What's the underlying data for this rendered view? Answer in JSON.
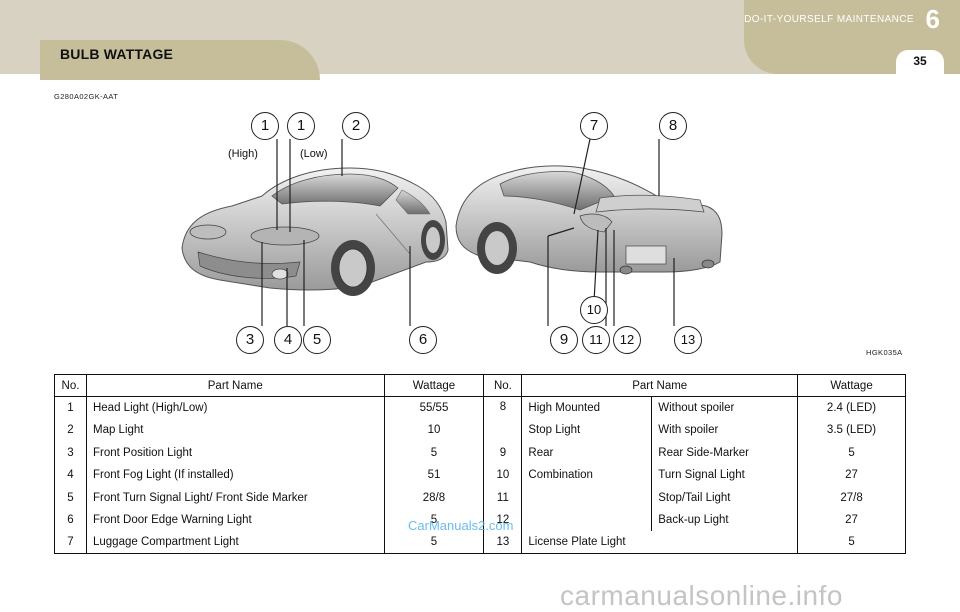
{
  "header": {
    "section_title": "BULB WATTAGE",
    "chapter_title": "DO-IT-YOURSELF MAINTENANCE",
    "chapter_number": "6",
    "page_number": "35"
  },
  "doc_code": "G280A02GK-AAT",
  "figure": {
    "code": "HGK035A",
    "callouts_top": [
      "1",
      "1",
      "2",
      "7",
      "8"
    ],
    "callouts_bottom": [
      "3",
      "4",
      "5",
      "6",
      "9",
      "10",
      "11",
      "12",
      "13"
    ],
    "tag_high": "(High)",
    "tag_low": "(Low)"
  },
  "table": {
    "headers": {
      "no": "No.",
      "part": "Part Name",
      "wattage": "Wattage"
    },
    "left_rows": [
      {
        "no": "1",
        "name": "Head Light (High/Low)",
        "watt": "55/55"
      },
      {
        "no": "2",
        "name": "Map Light",
        "watt": "10"
      },
      {
        "no": "3",
        "name": "Front Position Light",
        "watt": "5"
      },
      {
        "no": "4",
        "name": "Front Fog Light (If installed)",
        "watt": "51"
      },
      {
        "no": "5",
        "name": "Front Turn Signal Light/ Front Side Marker",
        "watt": "28/8"
      },
      {
        "no": "6",
        "name": "Front Door Edge Warning Light",
        "watt": "5"
      },
      {
        "no": "7",
        "name": "Luggage Compartment Light",
        "watt": "5"
      }
    ],
    "right_rows": [
      {
        "no": "8",
        "group": "High Mounted",
        "sub": "Without spoiler",
        "watt": "2.4 (LED)"
      },
      {
        "no": "",
        "group": "Stop Light",
        "sub": "With spoiler",
        "watt": "3.5 (LED)"
      },
      {
        "no": "9",
        "group": "Rear",
        "sub": "Rear  Side-Marker",
        "watt": "5"
      },
      {
        "no": "10",
        "group": "Combination",
        "sub": "Turn Signal Light",
        "watt": "27"
      },
      {
        "no": "11",
        "group": "",
        "sub": "Stop/Tail Light",
        "watt": "27/8"
      },
      {
        "no": "12",
        "group": "",
        "sub": "Back-up  Light",
        "watt": "27"
      },
      {
        "no": "13",
        "group": "License Plate Light",
        "sub": "",
        "watt": "5"
      }
    ]
  },
  "watermarks": {
    "overlay": "CarManuals2.com",
    "footer": "carmanualsonline.info"
  },
  "colors": {
    "header_band": "#d7d2c2",
    "header_tab": "#c6bd9a",
    "watermark_blue": "#4fb2ea"
  }
}
